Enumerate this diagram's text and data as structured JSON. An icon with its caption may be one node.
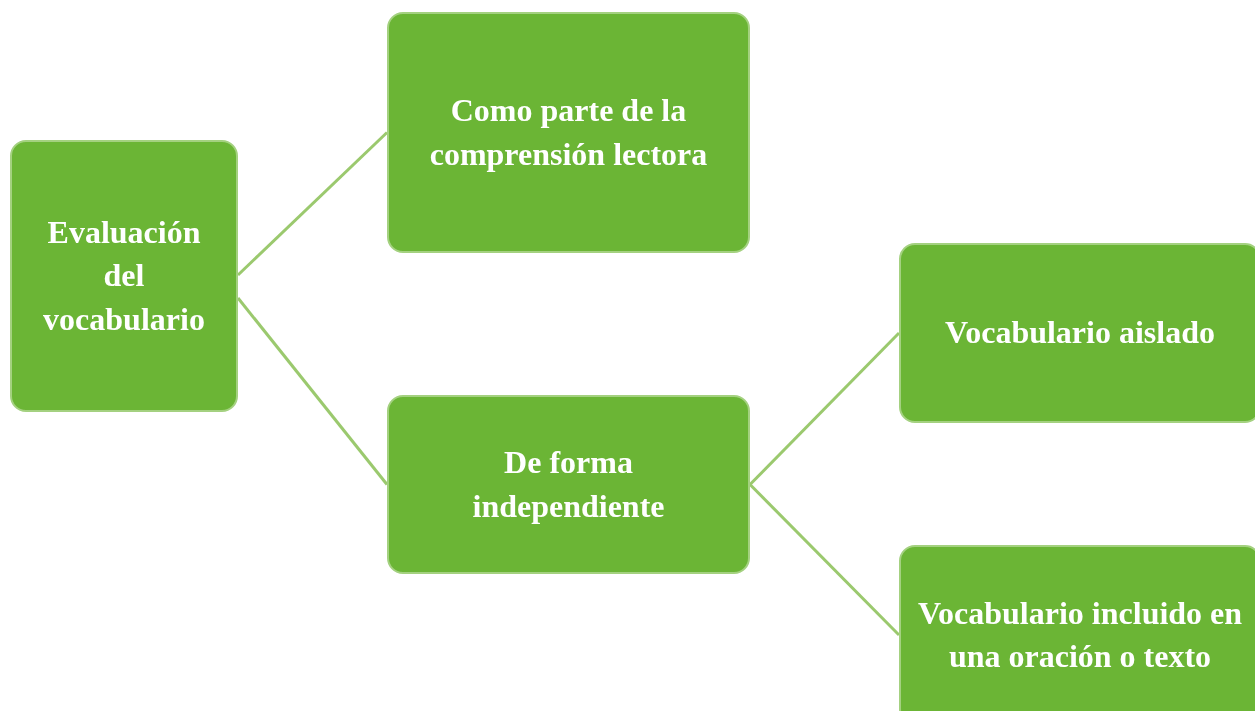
{
  "diagram": {
    "nodes": [
      {
        "text": [
          "Evaluación del vocabulario"
        ]
      },
      {
        "text": [
          "Como parte de la comprensión lectora"
        ]
      },
      {
        "text": [
          "De forma independiente"
        ]
      },
      {
        "text": [
          "Vocabulario aislado"
        ]
      },
      {
        "text": [
          "Vocabulario incluido en una oración o texto"
        ]
      }
    ],
    "edges": [
      {
        "from": 0,
        "to": 1,
        "arrow": "none"
      },
      {
        "from": 0,
        "to": 2,
        "arrow": "none"
      },
      {
        "from": 2,
        "to": 3,
        "arrow": "none"
      },
      {
        "from": 2,
        "to": 4,
        "arrow": "none"
      }
    ]
  }
}
